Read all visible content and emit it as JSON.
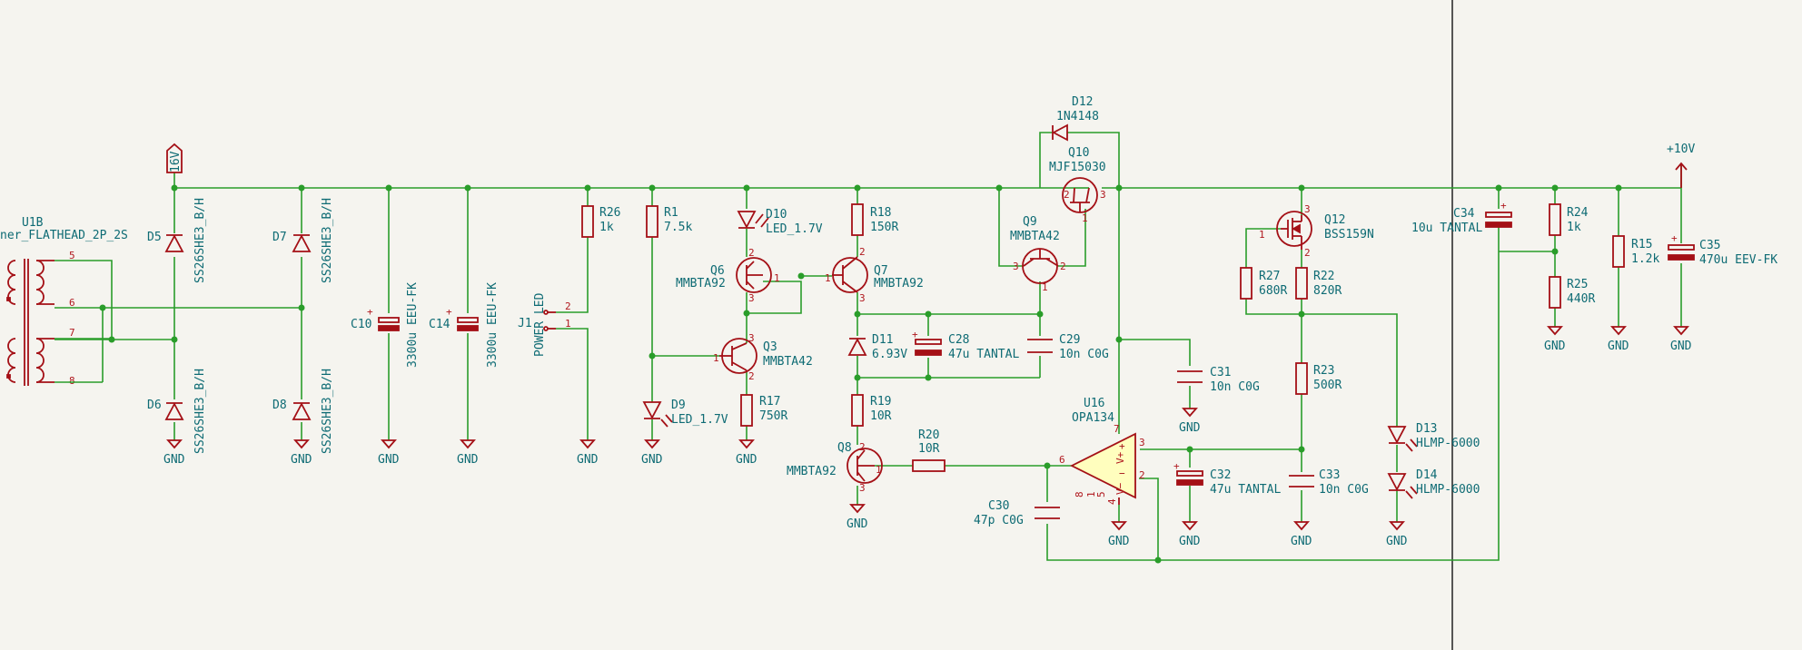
{
  "power": {
    "rail16": "16V",
    "rail10": "+10V",
    "gnd": "GND"
  },
  "transformer": {
    "ref": "U1B",
    "value": "ner_FLATHEAD_2P_2S",
    "pin5": "5",
    "pin6": "6",
    "pin7": "7",
    "pin8": "8"
  },
  "diodes": {
    "d5": {
      "ref": "D5",
      "value": "SS26SHE3_B/H"
    },
    "d6": {
      "ref": "D6",
      "value": "SS26SHE3_B/H"
    },
    "d7": {
      "ref": "D7",
      "value": "SS26SHE3_B/H"
    },
    "d8": {
      "ref": "D8",
      "value": "SS26SHE3_B/H"
    },
    "d9": {
      "ref": "D9",
      "value": "LED_1.7V"
    },
    "d10": {
      "ref": "D10",
      "value": "LED_1.7V"
    },
    "d11": {
      "ref": "D11",
      "value": "6.93V"
    },
    "d12": {
      "ref": "D12",
      "value": "1N4148"
    },
    "d13": {
      "ref": "D13",
      "value": "HLMP-6000"
    },
    "d14": {
      "ref": "D14",
      "value": "HLMP-6000"
    }
  },
  "caps": {
    "c10": {
      "ref": "C10",
      "value": "3300u EEU-FK"
    },
    "c14": {
      "ref": "C14",
      "value": "3300u EEU-FK"
    },
    "c28": {
      "ref": "C28",
      "value": "47u TANTAL"
    },
    "c29": {
      "ref": "C29",
      "value": "10n C0G"
    },
    "c30": {
      "ref": "C30",
      "value": "47p C0G"
    },
    "c31": {
      "ref": "C31",
      "value": "10n C0G"
    },
    "c32": {
      "ref": "C32",
      "value": "47u TANTAL"
    },
    "c33": {
      "ref": "C33",
      "value": "10n C0G"
    },
    "c34": {
      "ref": "C34",
      "value": "10u TANTAL"
    },
    "c35": {
      "ref": "C35",
      "value": "470u EEV-FK"
    }
  },
  "resistors": {
    "r1": {
      "ref": "R1",
      "value": "7.5k"
    },
    "r15": {
      "ref": "R15",
      "value": "1.2k"
    },
    "r17": {
      "ref": "R17",
      "value": "750R"
    },
    "r18": {
      "ref": "R18",
      "value": "150R"
    },
    "r19": {
      "ref": "R19",
      "value": "10R"
    },
    "r20": {
      "ref": "R20",
      "value": "10R"
    },
    "r22": {
      "ref": "R22",
      "value": "820R"
    },
    "r23": {
      "ref": "R23",
      "value": "500R"
    },
    "r24": {
      "ref": "R24",
      "value": "1k"
    },
    "r25": {
      "ref": "R25",
      "value": "440R"
    },
    "r26": {
      "ref": "R26",
      "value": "1k"
    },
    "r27": {
      "ref": "R27",
      "value": "680R"
    }
  },
  "transistors": {
    "q3": {
      "ref": "Q3",
      "value": "MMBTA42"
    },
    "q6": {
      "ref": "Q6",
      "value": "MMBTA92"
    },
    "q7": {
      "ref": "Q7",
      "value": "MMBTA92"
    },
    "q8": {
      "ref": "Q8",
      "value": "MMBTA92"
    },
    "q9": {
      "ref": "Q9",
      "value": "MMBTA42"
    },
    "q10": {
      "ref": "Q10",
      "value": "MJF15030"
    },
    "q12": {
      "ref": "Q12",
      "value": "BSS159N"
    }
  },
  "opamp": {
    "ref": "U16",
    "value": "OPA134"
  },
  "connector": {
    "ref": "J1",
    "value": "POWER LED"
  }
}
